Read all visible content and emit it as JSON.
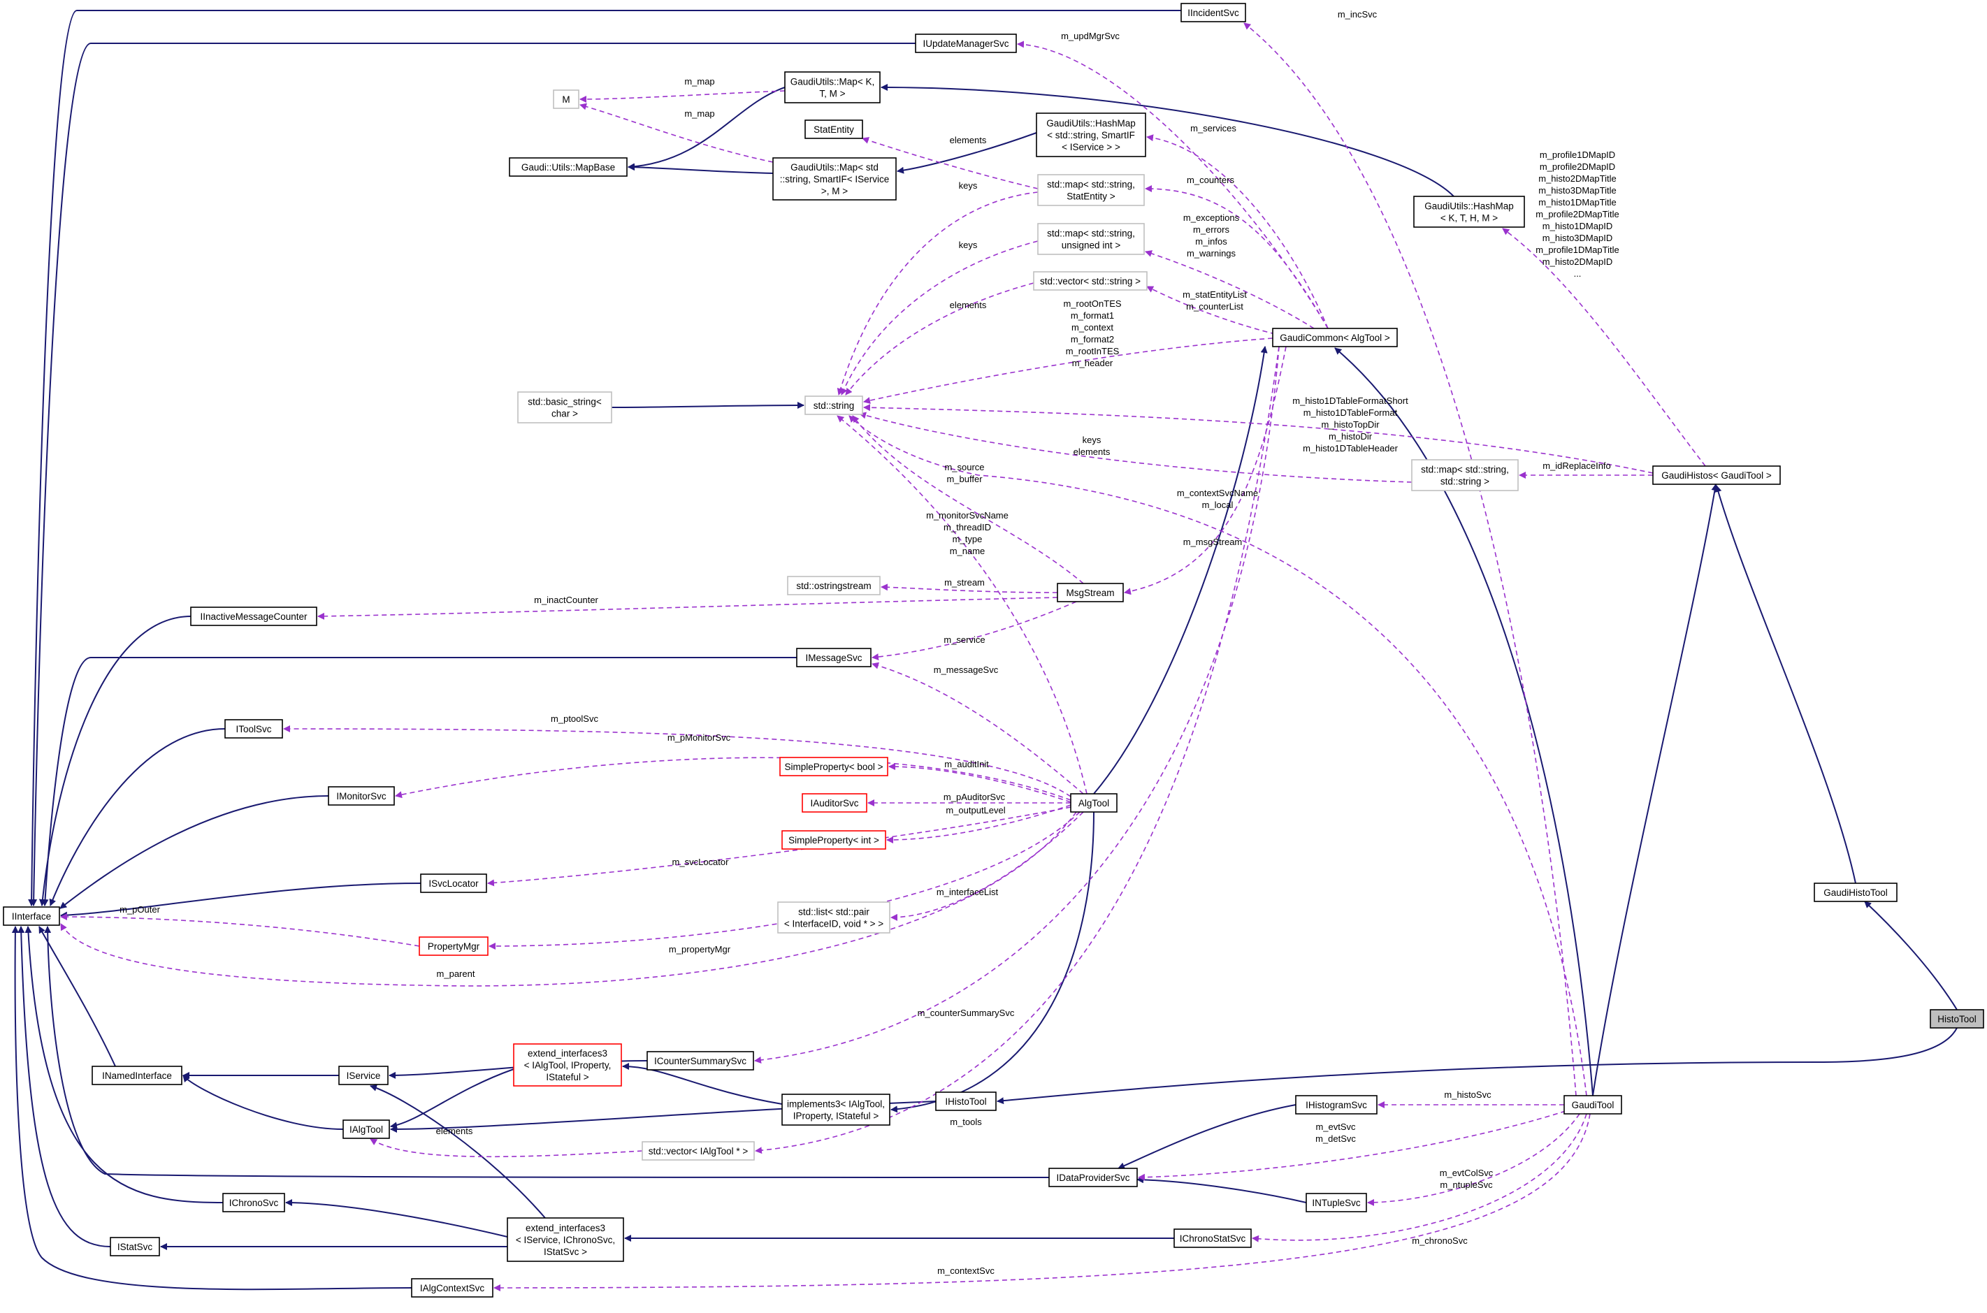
{
  "colors": {
    "inheritance_edge": "#191970",
    "usage_edge": "#9a32cd",
    "node_border": "#000000",
    "incomplete_node_border": "#c0c0c0",
    "truncated_node_border": "#ff0000",
    "highlighted_node_fill": "#bfbfbf"
  },
  "nodes": {
    "IIncidentSvc": {
      "lines": [
        "IIncidentSvc"
      ]
    },
    "IUpdateManagerSvc": {
      "lines": [
        "IUpdateManagerSvc"
      ]
    },
    "M": {
      "lines": [
        "M"
      ]
    },
    "GaudiUtilsMapKTM": {
      "lines": [
        "GaudiUtils::Map< K,",
        "T, M >"
      ]
    },
    "GaudiUtilsMapBase": {
      "lines": [
        "Gaudi::Utils::MapBase"
      ]
    },
    "StatEntity": {
      "lines": [
        "StatEntity"
      ]
    },
    "GaudiUtilsMapStd": {
      "lines": [
        "GaudiUtils::Map< std",
        "::string, SmartIF< IService",
        ">, M >"
      ]
    },
    "HashMapSmartIF": {
      "lines": [
        "GaudiUtils::HashMap",
        "< std::string, SmartIF",
        "< IService > >"
      ]
    },
    "MapStringStatEntity": {
      "lines": [
        "std::map< std::string,",
        "StatEntity >"
      ]
    },
    "MapStringUInt": {
      "lines": [
        "std::map< std::string,",
        "unsigned int >"
      ]
    },
    "VectorString": {
      "lines": [
        "std::vector< std::string >"
      ]
    },
    "HashMapKTHM": {
      "lines": [
        "GaudiUtils::HashMap",
        "< K, T, H, M >"
      ]
    },
    "GaudiCommonAlgTool": {
      "lines": [
        "GaudiCommon< AlgTool >"
      ]
    },
    "BasicString": {
      "lines": [
        "std::basic_string<",
        "char >"
      ]
    },
    "StdString": {
      "lines": [
        "std::string"
      ]
    },
    "MapStringString": {
      "lines": [
        "std::map< std::string,",
        "std::string >"
      ]
    },
    "GaudiHistosGaudiTool": {
      "lines": [
        "GaudiHistos< GaudiTool >"
      ]
    },
    "Ostringstream": {
      "lines": [
        "std::ostringstream"
      ]
    },
    "MsgStream": {
      "lines": [
        "MsgStream"
      ]
    },
    "IInactiveMessageCounter": {
      "lines": [
        "IInactiveMessageCounter"
      ]
    },
    "IMessageSvc": {
      "lines": [
        "IMessageSvc"
      ]
    },
    "IToolSvc": {
      "lines": [
        "IToolSvc"
      ]
    },
    "SimplePropertyBool": {
      "lines": [
        "SimpleProperty< bool >"
      ]
    },
    "IMonitorSvc": {
      "lines": [
        "IMonitorSvc"
      ]
    },
    "IAuditorSvc": {
      "lines": [
        "IAuditorSvc"
      ]
    },
    "AlgTool": {
      "lines": [
        "AlgTool"
      ]
    },
    "SimplePropertyInt": {
      "lines": [
        "SimpleProperty< int >"
      ]
    },
    "ISvcLocator": {
      "lines": [
        "ISvcLocator"
      ]
    },
    "GaudiHistoTool": {
      "lines": [
        "GaudiHistoTool"
      ]
    },
    "IInterface": {
      "lines": [
        "IInterface"
      ]
    },
    "ListPair": {
      "lines": [
        "std::list< std::pair",
        "< InterfaceID, void * > >"
      ]
    },
    "PropertyMgr": {
      "lines": [
        "PropertyMgr"
      ]
    },
    "HistoTool": {
      "lines": [
        "HistoTool"
      ]
    },
    "INamedInterface": {
      "lines": [
        "INamedInterface"
      ]
    },
    "IService": {
      "lines": [
        "IService"
      ]
    },
    "ICounterSummarySvc": {
      "lines": [
        "ICounterSummarySvc"
      ]
    },
    "ExtendInterfacesAlgTool": {
      "lines": [
        "extend_interfaces3",
        "< IAlgTool, IProperty,",
        "IStateful >"
      ]
    },
    "Implements3": {
      "lines": [
        "implements3< IAlgTool,",
        "IProperty, IStateful >"
      ]
    },
    "IAlgTool": {
      "lines": [
        "IAlgTool"
      ]
    },
    "IHistoTool": {
      "lines": [
        "IHistoTool"
      ]
    },
    "IHistogramSvc": {
      "lines": [
        "IHistogramSvc"
      ]
    },
    "GaudiTool": {
      "lines": [
        "GaudiTool"
      ]
    },
    "VectorIAlgTool": {
      "lines": [
        "std::vector< IAlgTool * >"
      ]
    },
    "IDataProviderSvc": {
      "lines": [
        "IDataProviderSvc"
      ]
    },
    "IChronoSvc": {
      "lines": [
        "IChronoSvc"
      ]
    },
    "INTupleSvc": {
      "lines": [
        "INTupleSvc"
      ]
    },
    "ExtendInterfacesService": {
      "lines": [
        "extend_interfaces3",
        "< IService, IChronoSvc,",
        "IStatSvc >"
      ]
    },
    "IChronoStatSvc": {
      "lines": [
        "IChronoStatSvc"
      ]
    },
    "IStatSvc": {
      "lines": [
        "IStatSvc"
      ]
    },
    "IAlgContextSvc": {
      "lines": [
        "IAlgContextSvc"
      ]
    }
  },
  "edge_labels": [
    {
      "id": "incsvc",
      "lines": [
        "m_incSvc"
      ]
    },
    {
      "id": "updmgr",
      "lines": [
        "m_updMgrSvc"
      ]
    },
    {
      "id": "map1",
      "lines": [
        "m_map"
      ]
    },
    {
      "id": "map2",
      "lines": [
        "m_map"
      ]
    },
    {
      "id": "elements1",
      "lines": [
        "elements"
      ]
    },
    {
      "id": "services",
      "lines": [
        "m_services"
      ]
    },
    {
      "id": "keys1",
      "lines": [
        "keys"
      ]
    },
    {
      "id": "counters",
      "lines": [
        "m_counters"
      ]
    },
    {
      "id": "exceptions",
      "lines": [
        "m_exceptions",
        "m_errors",
        "m_infos",
        "m_warnings"
      ]
    },
    {
      "id": "keys2",
      "lines": [
        "keys"
      ]
    },
    {
      "id": "elements2",
      "lines": [
        "elements"
      ]
    },
    {
      "id": "statentity",
      "lines": [
        "m_statEntityList",
        "m_counterList"
      ]
    },
    {
      "id": "rootontes",
      "lines": [
        "m_rootOnTES",
        "m_format1",
        "m_context",
        "m_format2",
        "m_rootInTES",
        "m_header"
      ]
    },
    {
      "id": "profile",
      "lines": [
        "m_profile1DMapID",
        "m_profile2DMapID",
        "m_histo2DMapTitle",
        "m_histo3DMapTitle",
        "m_histo1DMapTitle",
        "m_profile2DMapTitle",
        "m_histo1DMapID",
        "m_histo3DMapID",
        "m_profile1DMapTitle",
        "m_histo2DMapID",
        "..."
      ]
    },
    {
      "id": "histo1dformat",
      "lines": [
        "m_histo1DTableFormatShort",
        "m_histo1DTableFormat",
        "m_histoTopDir",
        "m_histoDir",
        "m_histo1DTableHeader"
      ]
    },
    {
      "id": "keyselements",
      "lines": [
        "keys",
        "elements"
      ]
    },
    {
      "id": "idreplace",
      "lines": [
        "m_idReplaceInfo"
      ]
    },
    {
      "id": "contextsvcname",
      "lines": [
        "m_contextSvcName",
        "m_local"
      ]
    },
    {
      "id": "source",
      "lines": [
        "m_source",
        "m_buffer"
      ]
    },
    {
      "id": "monitorsvcname",
      "lines": [
        "m_monitorSvcName",
        "m_threadID",
        "m_type",
        "m_name"
      ]
    },
    {
      "id": "msgstream",
      "lines": [
        "m_msgStream"
      ]
    },
    {
      "id": "stream",
      "lines": [
        "m_stream"
      ]
    },
    {
      "id": "inactcounter",
      "lines": [
        "m_inactCounter"
      ]
    },
    {
      "id": "service",
      "lines": [
        "m_service"
      ]
    },
    {
      "id": "messagesvc",
      "lines": [
        "m_messageSvc"
      ]
    },
    {
      "id": "ptoolsvc",
      "lines": [
        "m_ptoolSvc"
      ]
    },
    {
      "id": "pmonitorsvc",
      "lines": [
        "m_pMonitorSvc"
      ]
    },
    {
      "id": "auditinit",
      "lines": [
        "m_auditInit"
      ]
    },
    {
      "id": "pauditorsvc",
      "lines": [
        "m_pAuditorSvc"
      ]
    },
    {
      "id": "outputlevel",
      "lines": [
        "m_outputLevel"
      ]
    },
    {
      "id": "svclocator",
      "lines": [
        "m_svcLocator"
      ]
    },
    {
      "id": "interfacelist",
      "lines": [
        "m_interfaceList"
      ]
    },
    {
      "id": "pouter",
      "lines": [
        "m_pOuter"
      ]
    },
    {
      "id": "propertymgr",
      "lines": [
        "m_propertyMgr"
      ]
    },
    {
      "id": "parent",
      "lines": [
        "m_parent"
      ]
    },
    {
      "id": "countersummarysvc",
      "lines": [
        "m_counterSummarySvc"
      ]
    },
    {
      "id": "histosvc",
      "lines": [
        "m_histoSvc"
      ]
    },
    {
      "id": "tools",
      "lines": [
        "m_tools"
      ]
    },
    {
      "id": "elements3",
      "lines": [
        "elements"
      ]
    },
    {
      "id": "evtsvc",
      "lines": [
        "m_evtSvc",
        "m_detSvc"
      ]
    },
    {
      "id": "evtcolsvc",
      "lines": [
        "m_evtColSvc",
        "m_ntupleSvc"
      ]
    },
    {
      "id": "chronosvc",
      "lines": [
        "m_chronoSvc"
      ]
    },
    {
      "id": "contextsvc",
      "lines": [
        "m_contextSvc"
      ]
    }
  ]
}
